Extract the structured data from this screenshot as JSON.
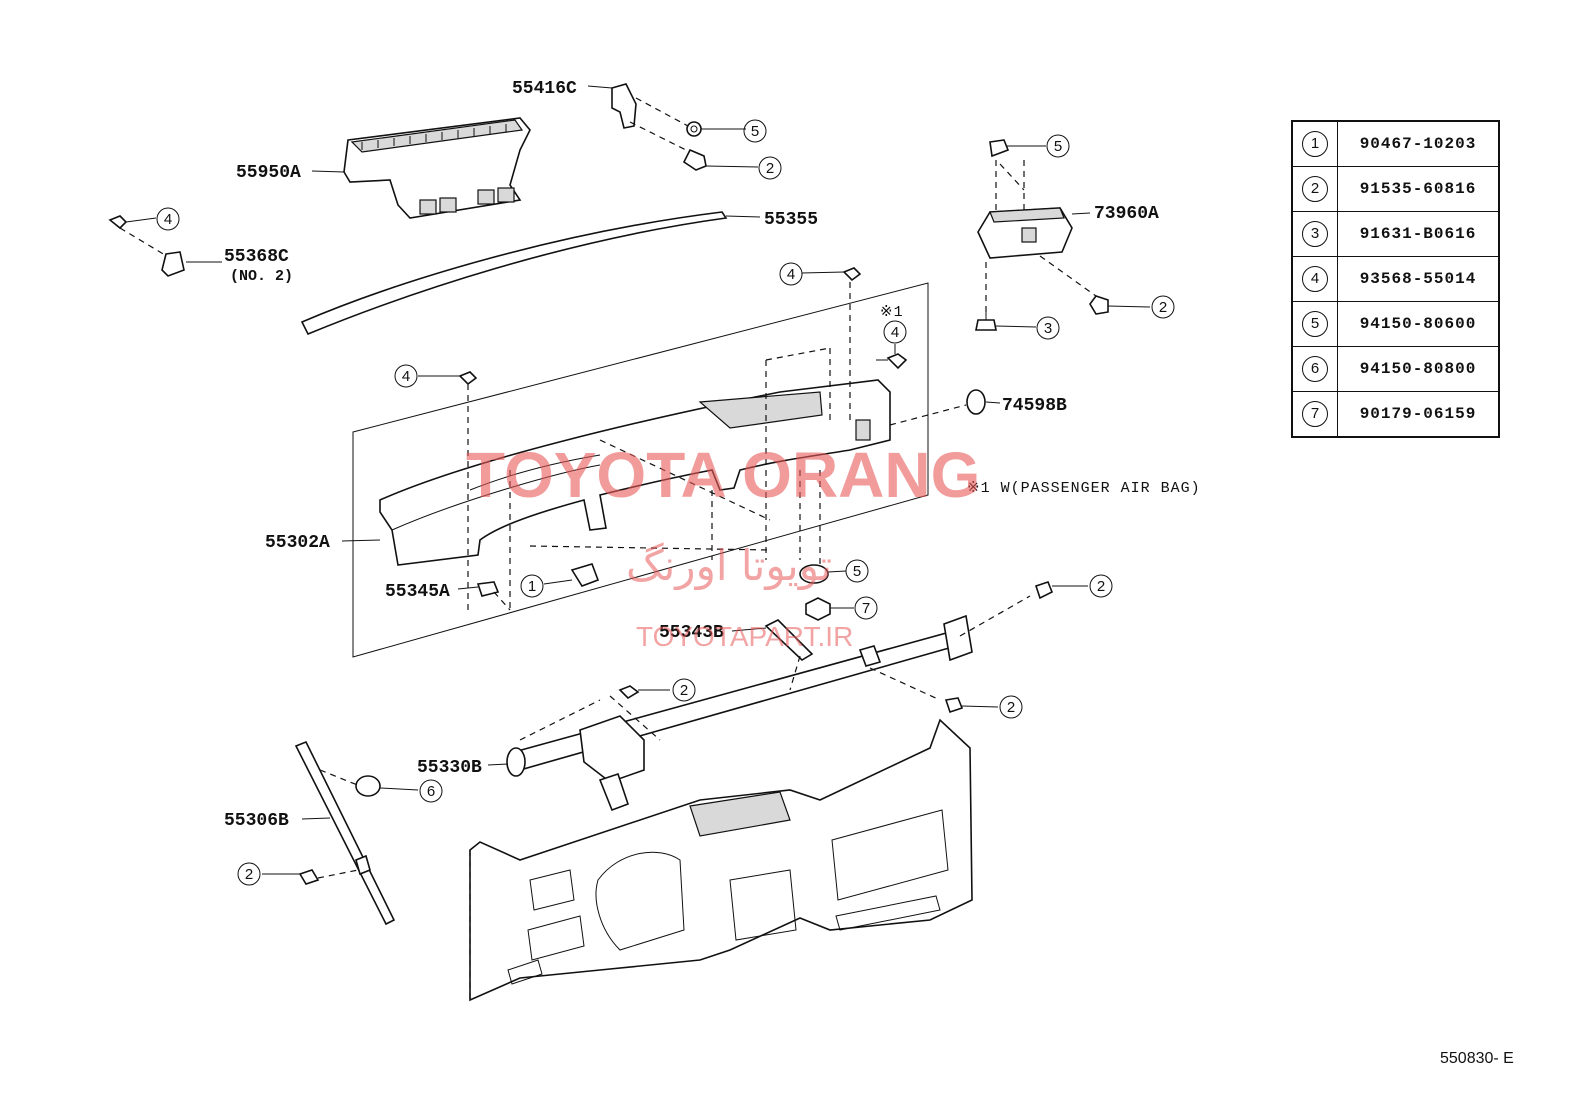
{
  "callouts": {
    "p55416C": "55416C",
    "p55950A": "55950A",
    "p55355": "55355",
    "p55368C": "55368C",
    "p55368C_sub": "(NO. 2)",
    "p73960A": "73960A",
    "p74598B": "74598B",
    "p55302A": "55302A",
    "p55345A": "55345A",
    "p55343B": "55343B",
    "p55330B": "55330B",
    "p55306B": "55306B"
  },
  "fastener_markers": {
    "m1": "1",
    "m2": "2",
    "m3": "3",
    "m4": "4",
    "m5": "5",
    "m6": "6",
    "m7": "7"
  },
  "notes": {
    "mark_ref": "※1",
    "passenger_airbag": "※1 W(PASSENGER AIR BAG)"
  },
  "watermark": {
    "brand": "TOYOTA ORANG",
    "brand_fa": "تویوتا اورنگ",
    "site": "TOYOTAPART.IR"
  },
  "fastener_table": [
    {
      "ref": "1",
      "part_no": "90467-10203"
    },
    {
      "ref": "2",
      "part_no": "91535-60816"
    },
    {
      "ref": "3",
      "part_no": "91631-B0616"
    },
    {
      "ref": "4",
      "part_no": "93568-55014"
    },
    {
      "ref": "5",
      "part_no": "94150-80600"
    },
    {
      "ref": "6",
      "part_no": "94150-80800"
    },
    {
      "ref": "7",
      "part_no": "90179-06159"
    }
  ],
  "diagram_code": "550830- E"
}
